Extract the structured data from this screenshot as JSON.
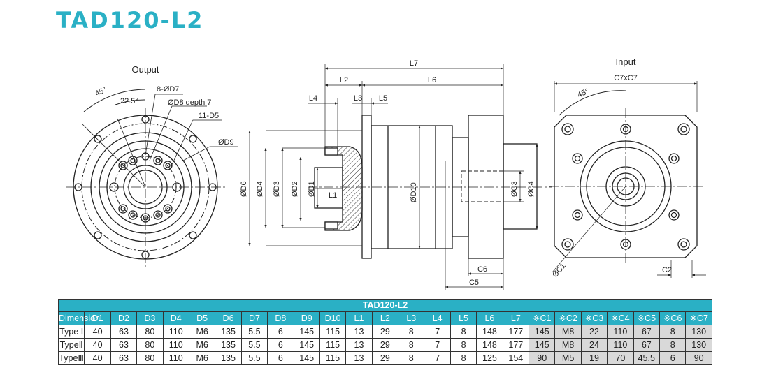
{
  "title": "TAD120-L2",
  "views": {
    "output": {
      "label": "Output",
      "angle_a": "45°",
      "angle_b": "22.5°",
      "hole_a": "8-ØD7",
      "hole_b": "ØD8 depth 7",
      "hole_c": "11-D5",
      "dia": "ØD9"
    },
    "side": {
      "dims_top": [
        "L7",
        "L2",
        "L6",
        "L4",
        "L3",
        "L5"
      ],
      "dims_left": [
        "ØD6",
        "ØD4",
        "ØD3",
        "ØD2",
        "ØD1",
        "L1"
      ],
      "dims_mid": [
        "ØD10",
        "ØC3",
        "ØC4"
      ],
      "dims_bottom": [
        "C6",
        "C5"
      ]
    },
    "input": {
      "label": "Input",
      "square": "C7xC7",
      "angle": "45°",
      "c1": "ØC1",
      "c2": "C2"
    }
  },
  "table": {
    "caption": "TAD120-L2",
    "headers": [
      "Dimension",
      "D1",
      "D2",
      "D3",
      "D4",
      "D5",
      "D6",
      "D7",
      "D8",
      "D9",
      "D10",
      "L1",
      "L2",
      "L3",
      "L4",
      "L5",
      "L6",
      "L7",
      "※C1",
      "※C2",
      "※C3",
      "※C4",
      "※C5",
      "※C6",
      "※C7"
    ],
    "rows": [
      [
        "Type Ⅰ",
        "40",
        "63",
        "80",
        "110",
        "M6",
        "135",
        "5.5",
        "6",
        "145",
        "115",
        "13",
        "29",
        "8",
        "7",
        "8",
        "148",
        "177",
        "145",
        "M8",
        "22",
        "110",
        "67",
        "8",
        "130"
      ],
      [
        "TypeⅡ",
        "40",
        "63",
        "80",
        "110",
        "M6",
        "135",
        "5.5",
        "6",
        "145",
        "115",
        "13",
        "29",
        "8",
        "7",
        "8",
        "148",
        "177",
        "145",
        "M8",
        "24",
        "110",
        "67",
        "8",
        "130"
      ],
      [
        "TypeⅢ",
        "40",
        "63",
        "80",
        "110",
        "M6",
        "135",
        "5.5",
        "6",
        "145",
        "115",
        "13",
        "29",
        "8",
        "7",
        "8",
        "125",
        "154",
        "90",
        "M5",
        "19",
        "70",
        "45.5",
        "6",
        "90"
      ]
    ]
  }
}
